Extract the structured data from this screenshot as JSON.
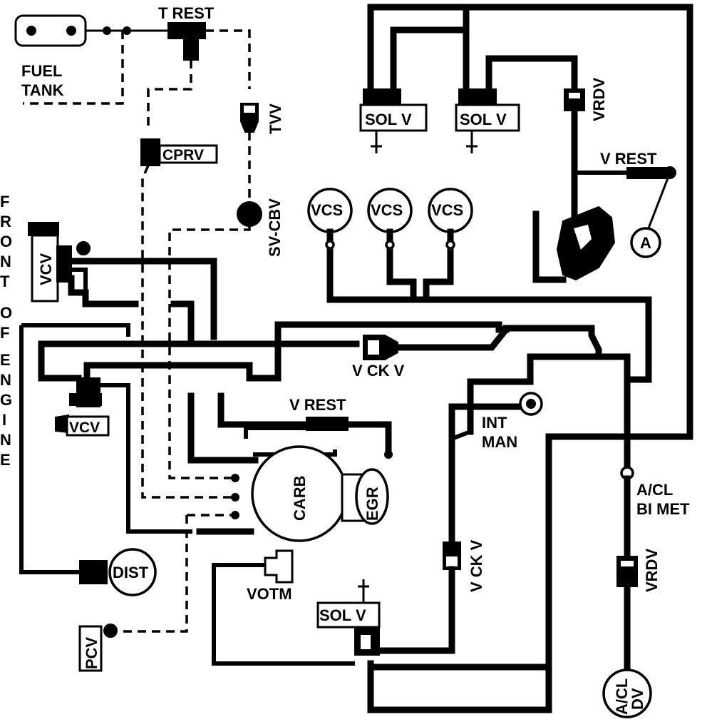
{
  "labels": {
    "fuel_tank_1": "FUEL",
    "fuel_tank_2": "TANK",
    "t_rest": "T REST",
    "tvv": "TVV",
    "cprv": "CPRV",
    "sv_cbv": "SV-CBV",
    "sol_v_left": "SOL V",
    "sol_v_right": "SOL V",
    "vrdv_top": "VRDV",
    "v_rest_top": "V REST",
    "a_marker": "A",
    "vcs_1": "VCS",
    "vcs_2": "VCS",
    "vcs_3": "VCS",
    "vcv_upper": "VCV",
    "vcv_lower": "VCV",
    "v_ck_v_mid": "V CK V",
    "v_rest_mid": "V REST",
    "carb": "CARB",
    "egr": "EGR",
    "int_man_1": "INT",
    "int_man_2": "MAN",
    "a_cl_bi_met_1": "A/CL",
    "a_cl_bi_met_2": "BI MET",
    "v_ck_v_lower": "V CK V",
    "vrdv_lower": "VRDV",
    "dist": "DIST",
    "votm": "VOTM",
    "sol_v_bottom": "SOL V",
    "pcv": "PCV",
    "a_cl_dv_1": "A/CL",
    "a_cl_dv_2": "DV"
  },
  "side_caption": [
    "F",
    "R",
    "O",
    "N",
    "T",
    "",
    "O",
    "F",
    "E",
    "N",
    "G",
    "I",
    "N",
    "E"
  ]
}
